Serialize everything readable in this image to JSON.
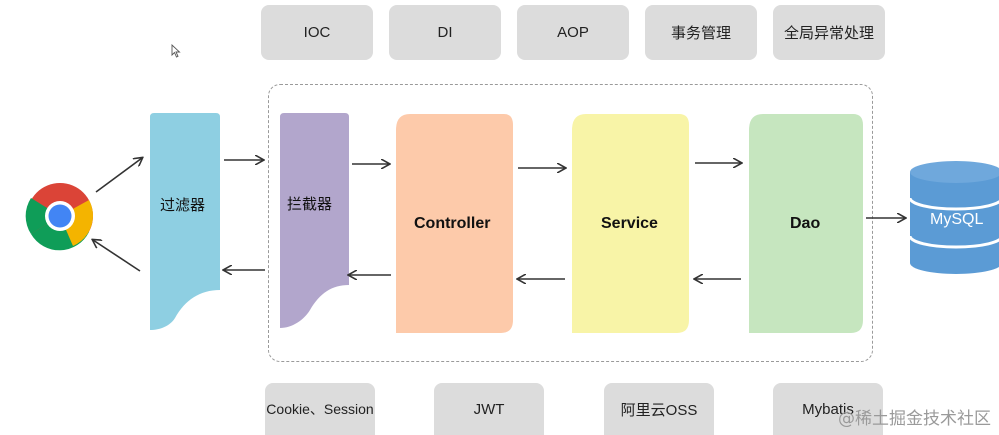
{
  "top_features": [
    "IOC",
    "DI",
    "AOP",
    "事务管理",
    "全局异常处理"
  ],
  "bottom_features": [
    "Cookie、Session",
    "JWT",
    "阿里云OSS",
    "Mybatis"
  ],
  "nodes": {
    "filter": "过滤器",
    "interceptor": "拦截器",
    "controller": "Controller",
    "service": "Service",
    "dao": "Dao",
    "database": "MySQL"
  },
  "icons": {
    "browser": "chrome-browser-icon",
    "cursor": "mouse-cursor-icon",
    "database": "database-cylinder-icon"
  },
  "colors": {
    "filter": "#8ecfe2",
    "interceptor": "#b2a6cc",
    "controller": "#fdcaaa",
    "service": "#f8f4a7",
    "dao": "#c6e6bf",
    "database": "#5b9bd5",
    "chip": "#dcdcdc"
  },
  "watermark": "@稀土掘金技术社区"
}
